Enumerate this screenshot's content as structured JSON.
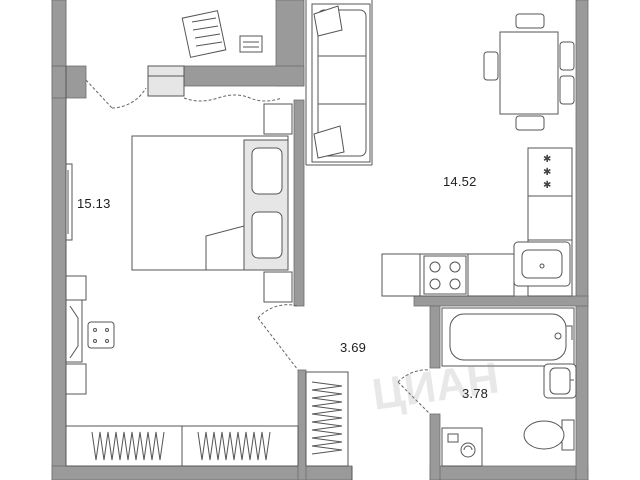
{
  "rooms": {
    "bedroom": {
      "area": "15.13"
    },
    "kitchen_living": {
      "area": "14.52"
    },
    "hallway": {
      "area": "3.69"
    },
    "bathroom": {
      "area": "3.78"
    }
  },
  "watermark": {
    "text": "ЦИАН"
  },
  "colors": {
    "wall": "#9a9a9a",
    "line": "#555555",
    "furniture_fill": "#e6e6e6"
  }
}
